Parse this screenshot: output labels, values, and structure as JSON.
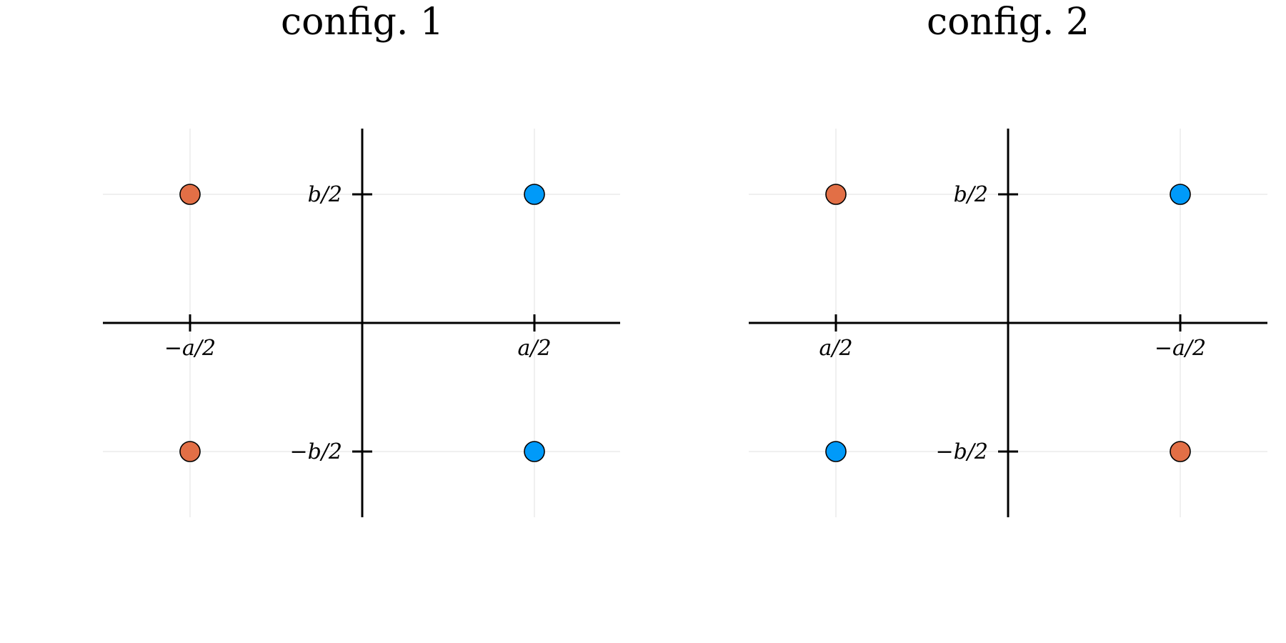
{
  "colors": {
    "orange": "#e26f46",
    "blue": "#009af9",
    "axis": "#000000",
    "grid": "#e6e6e6",
    "marker_edge": "#000000"
  },
  "panels": [
    {
      "title": "config. 1",
      "x_ticks": [
        {
          "value": -1,
          "label": "−a/2"
        },
        {
          "value": 1,
          "label": "a/2"
        }
      ],
      "y_ticks": [
        {
          "value": 1,
          "label": "b/2"
        },
        {
          "value": -1,
          "label": "−b/2"
        }
      ],
      "points": [
        {
          "x": -1,
          "y": 1,
          "color": "orange"
        },
        {
          "x": 1,
          "y": 1,
          "color": "blue"
        },
        {
          "x": -1,
          "y": -1,
          "color": "orange"
        },
        {
          "x": 1,
          "y": -1,
          "color": "blue"
        }
      ]
    },
    {
      "title": "config. 2",
      "x_ticks": [
        {
          "value": -1,
          "label": "a/2"
        },
        {
          "value": 1,
          "label": "−a/2"
        }
      ],
      "y_ticks": [
        {
          "value": 1,
          "label": "b/2"
        },
        {
          "value": -1,
          "label": "−b/2"
        }
      ],
      "points": [
        {
          "x": -1,
          "y": 1,
          "color": "orange"
        },
        {
          "x": 1,
          "y": 1,
          "color": "blue"
        },
        {
          "x": -1,
          "y": -1,
          "color": "blue"
        },
        {
          "x": 1,
          "y": -1,
          "color": "orange"
        }
      ]
    }
  ]
}
